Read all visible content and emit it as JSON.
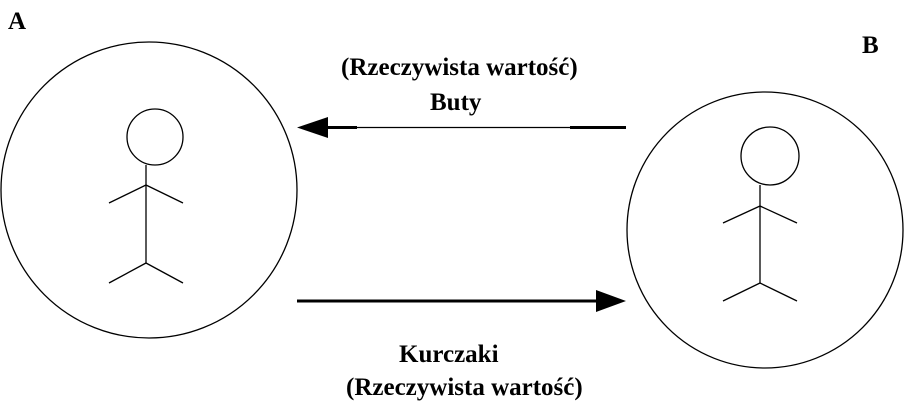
{
  "participants": {
    "a": {
      "label": "A"
    },
    "b": {
      "label": "B"
    }
  },
  "flows": {
    "b_to_a": {
      "line1": "(Rzeczywista wartość)",
      "line2": "Buty"
    },
    "a_to_b": {
      "line1": "Kurczaki",
      "line2": "(Rzeczywista wartość)"
    }
  },
  "colors": {
    "stroke": "#000000",
    "background": "#ffffff"
  }
}
